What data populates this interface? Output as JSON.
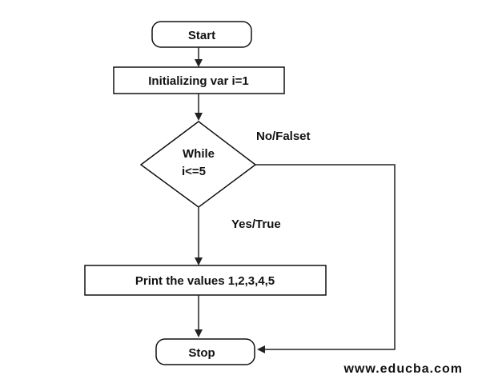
{
  "flowchart": {
    "start_label": "Start",
    "init_label": "Initializing var i=1",
    "decision_line1": "While",
    "decision_line2": "i<=5",
    "false_label": "No/Falset",
    "true_label": "Yes/True",
    "print_label": "Print the values 1,2,3,4,5",
    "stop_label": "Stop"
  },
  "watermark": "www.educba.com",
  "colors": {
    "stroke": "#111111",
    "background": "#ffffff"
  }
}
